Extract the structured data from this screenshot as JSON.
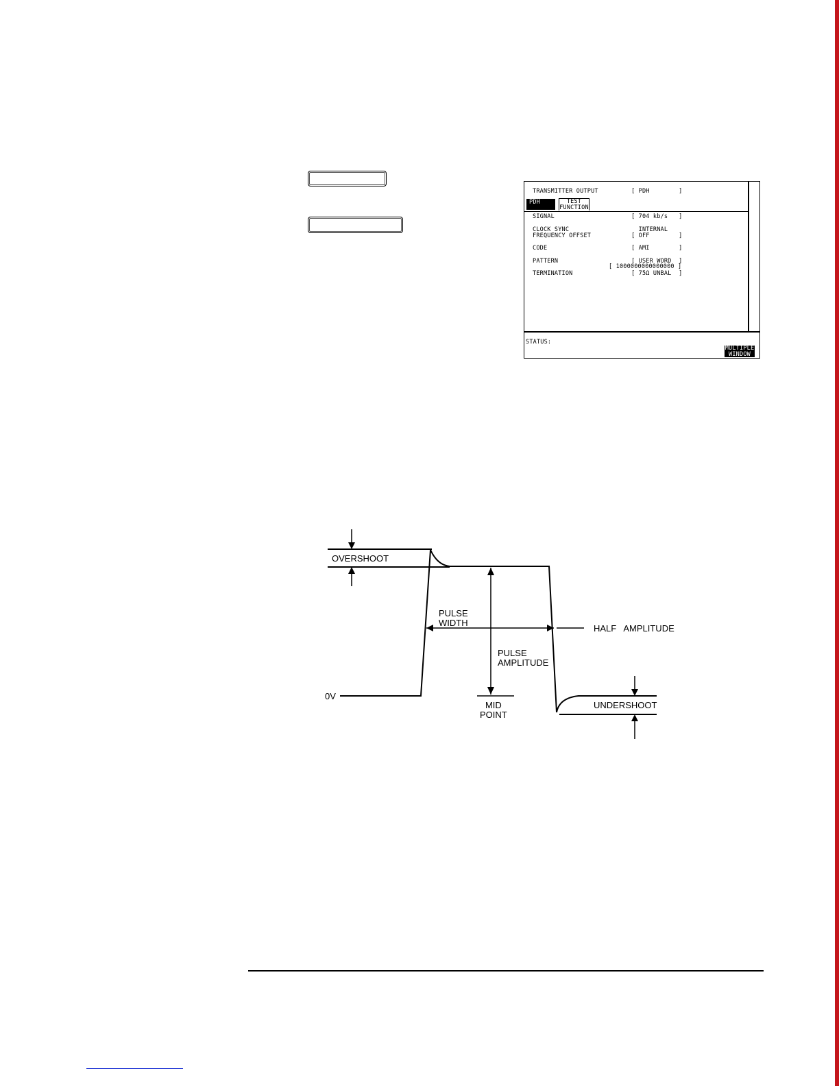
{
  "screen": {
    "rows": [
      {
        "label": "TRANSMITTER OUTPUT",
        "value": "[ PDH        ]"
      },
      {
        "label": "SIGNAL",
        "value": "[ 704 kb/s   ]"
      },
      {
        "label": "CLOCK SYNC",
        "value": "  INTERNAL"
      },
      {
        "label": "FREQUENCY OFFSET",
        "value": "[ OFF        ]"
      },
      {
        "label": "CODE",
        "value": "[ AMI        ]"
      },
      {
        "label": "PATTERN",
        "value": "[ USER WORD  ]"
      },
      {
        "label": "",
        "value": "[ 1000000000000000 ]"
      },
      {
        "label": "TERMINATION",
        "value": "[ 75Ω UNBAL  ]"
      }
    ],
    "tabs": {
      "pdh": "PDH",
      "test_function": "TEST\nFUNCTION"
    },
    "status_label": "STATUS:",
    "softkey": "MULTIPLE\nWINDOW"
  },
  "diagram": {
    "overshoot": "OVERSHOOT",
    "pulse_width": "PULSE\nWIDTH",
    "half_amplitude": "HALF   AMPLITUDE",
    "pulse_amplitude": "PULSE\nAMPLITUDE",
    "zero_volts": "0V",
    "mid_point": "MID\nPOINT",
    "undershoot": "UNDERSHOOT"
  }
}
